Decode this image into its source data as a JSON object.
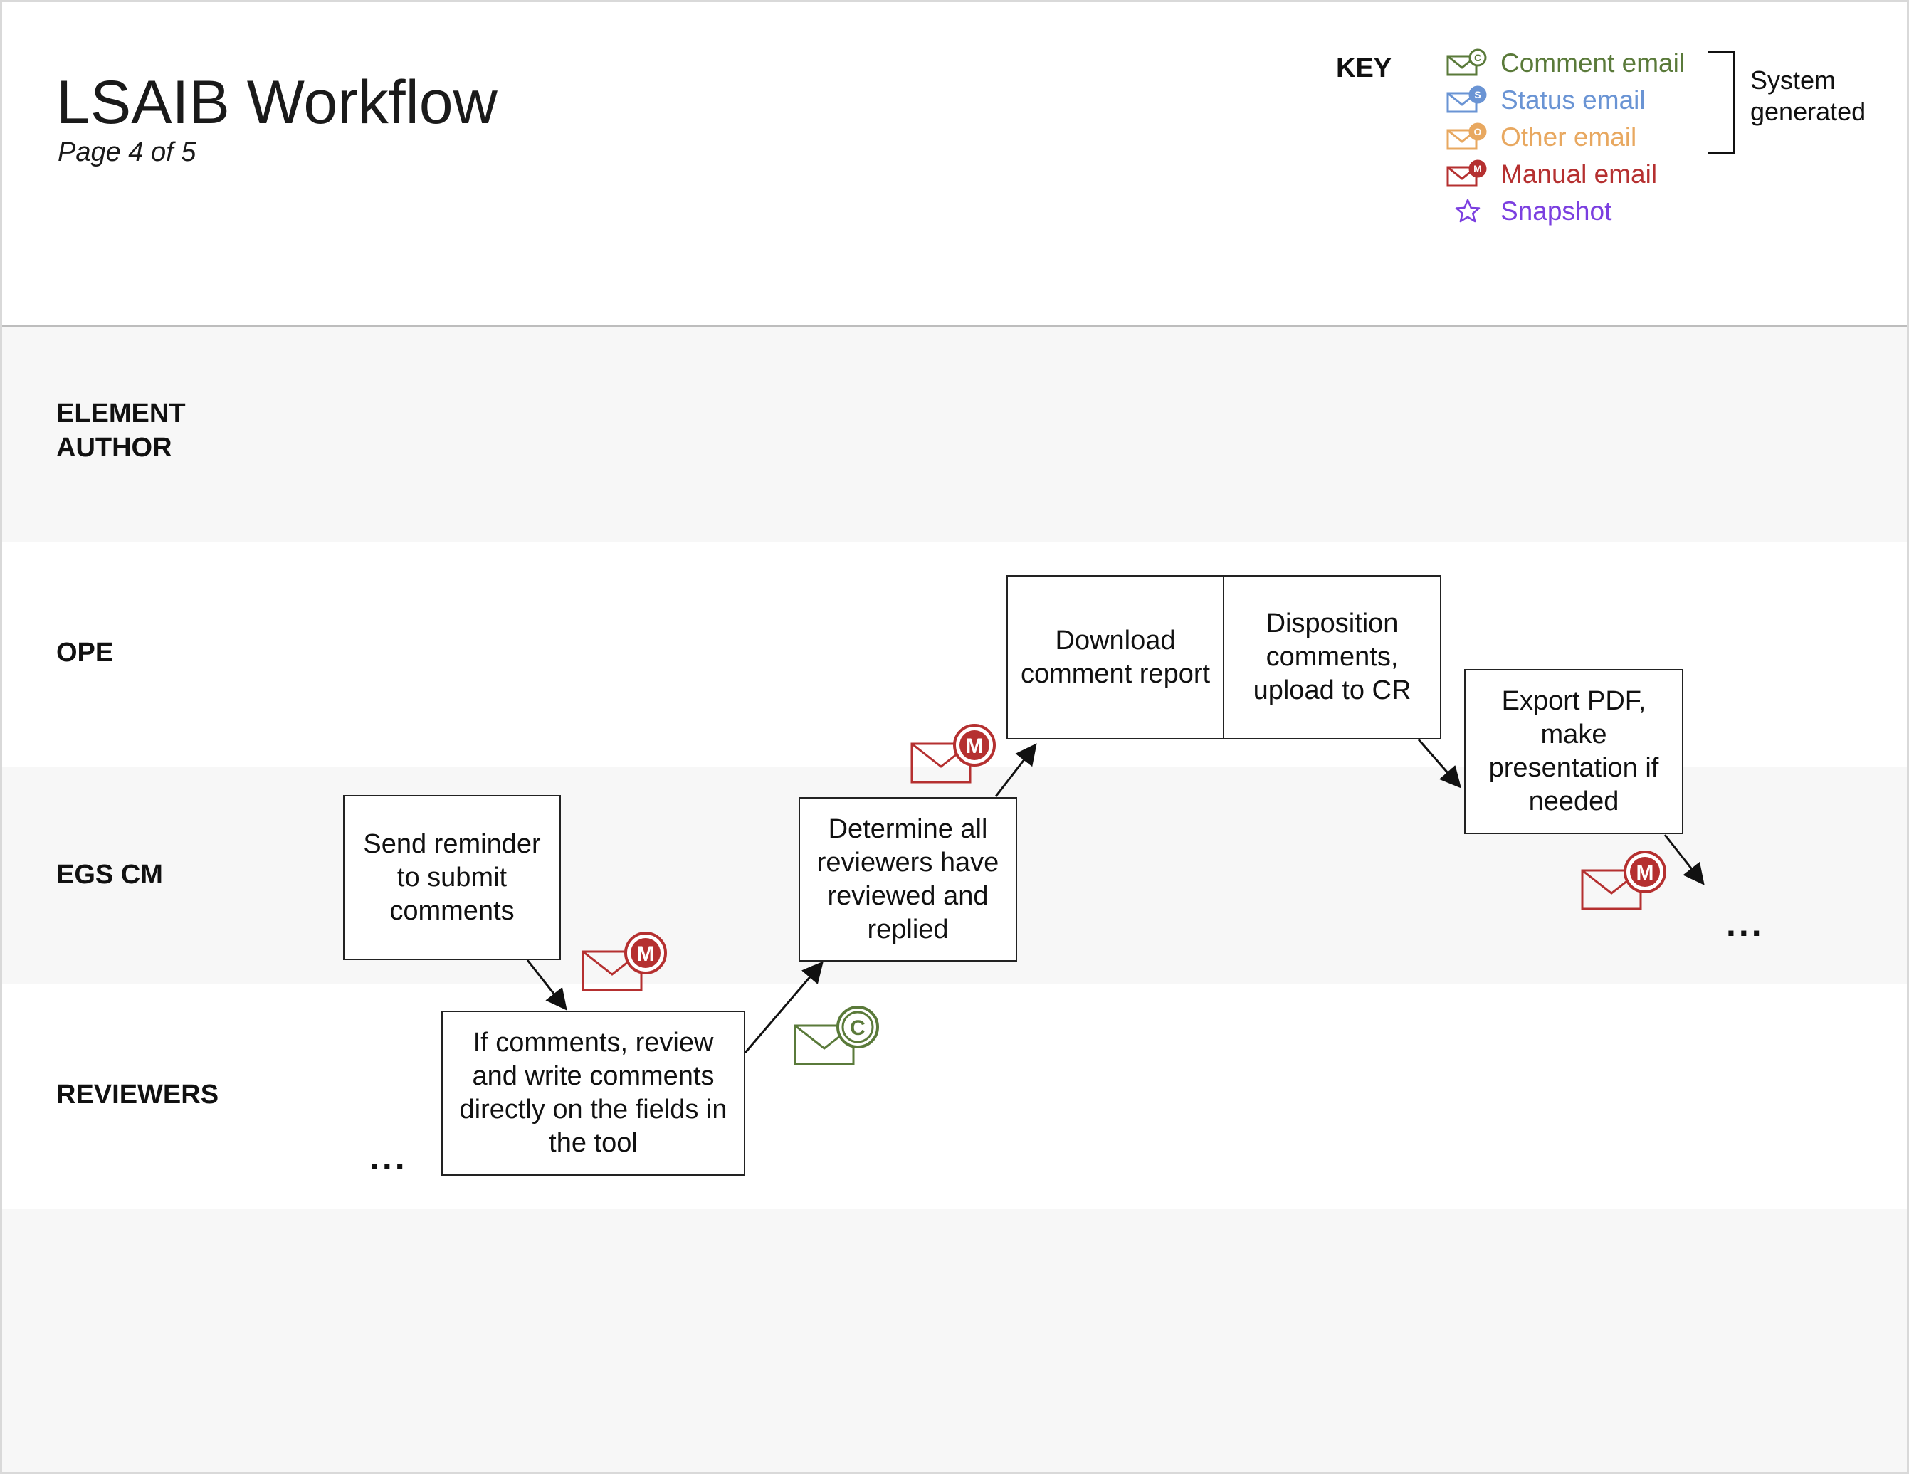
{
  "title": "LSAIB Workflow",
  "subtitle": "Page 4 of 5",
  "key": {
    "label": "KEY",
    "items": [
      {
        "label": "Comment email",
        "letter": "C",
        "color": "#5a7a3a",
        "icon": "comment-email-icon"
      },
      {
        "label": "Status email",
        "letter": "S",
        "color": "#6a94d4",
        "icon": "status-email-icon"
      },
      {
        "label": "Other email",
        "letter": "O",
        "color": "#e8a860",
        "icon": "other-email-icon"
      },
      {
        "label": "Manual email",
        "letter": "M",
        "color": "#b53030",
        "icon": "manual-email-icon"
      },
      {
        "label": "Snapshot",
        "letter": "",
        "color": "#7b3fe0",
        "icon": "star-icon"
      }
    ],
    "system_generated": "System\ngenerated"
  },
  "lanes": [
    {
      "label": "ELEMENT\nAUTHOR",
      "shade": "#f7f7f7"
    },
    {
      "label": "OPE",
      "shade": "#ffffff"
    },
    {
      "label": "EGS CM",
      "shade": "#f7f7f7"
    },
    {
      "label": "REVIEWERS",
      "shade": "#ffffff"
    }
  ],
  "steps": {
    "send_reminder": "Send reminder to submit comments",
    "write_comments": "If comments, review and write comments directly on the fields in the tool",
    "determine_reviewed": "Determine all reviewers have reviewed and replied",
    "download_report": "Download comment report",
    "disposition": "Disposition comments, upload to CR",
    "export_pdf": "Export PDF, make presentation if needed"
  },
  "ellipsis": "...",
  "email_markers": {
    "manual_letter": "M",
    "comment_letter": "C"
  },
  "colors": {
    "comment": "#5a7a3a",
    "manual": "#b53030"
  }
}
